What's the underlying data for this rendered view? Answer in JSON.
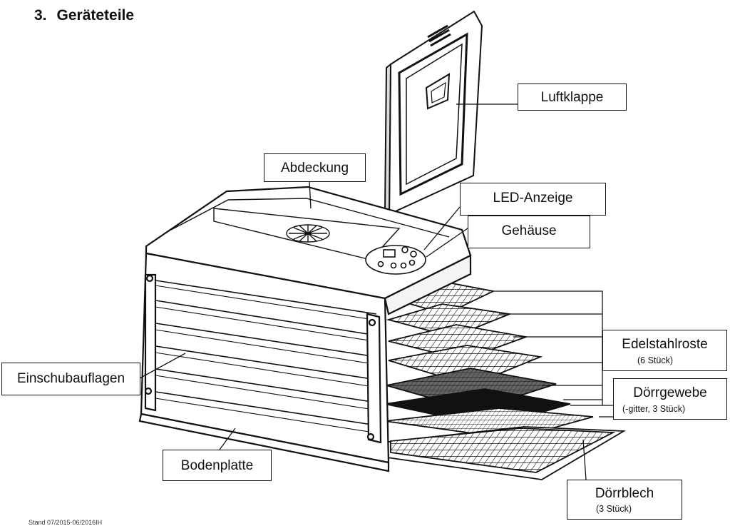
{
  "section": {
    "number": "3.",
    "title": "Geräteteile"
  },
  "labels": {
    "luftklappe": "Luftklappe",
    "abdeckung": "Abdeckung",
    "led_anzeige": "LED-Anzeige",
    "gehaeuse": "Gehäuse",
    "edelstahlroste": "Edelstahlroste",
    "edelstahlroste_sub": "(6 Stück)",
    "doerrgewebe": "Dörrgewebe",
    "doerrgewebe_sub": "(-gitter, 3 Stück)",
    "einschubauflagen": "Einschubauflagen",
    "bodenplatte": "Bodenplatte",
    "doerrblech": "Dörrblech",
    "doerrblech_sub": "(3 Stück)"
  },
  "footer": "Stand 07/2015-06/2016IH"
}
